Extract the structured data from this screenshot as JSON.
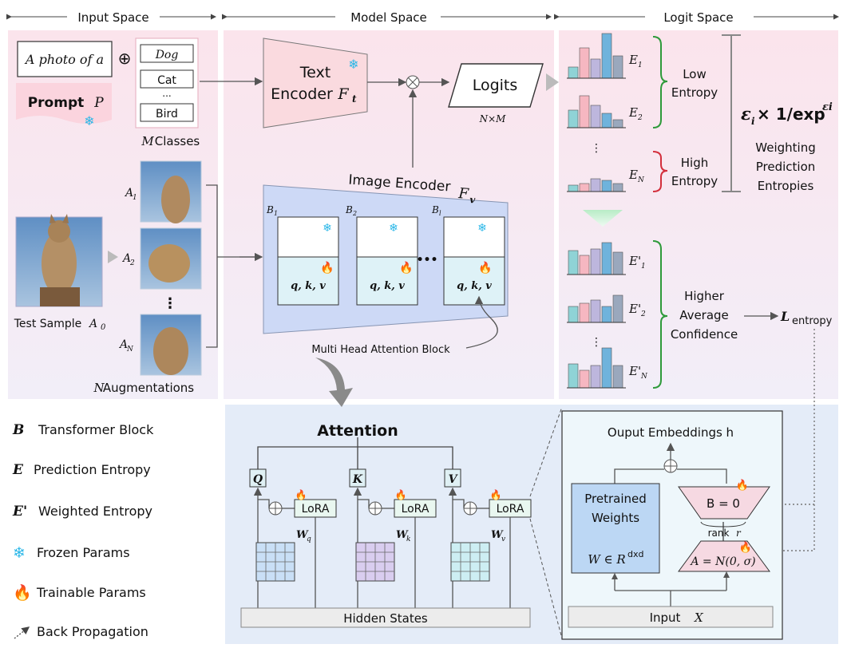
{
  "header": {
    "input_space": "Input Space",
    "model_space": "Model Space",
    "logit_space": "Logit Space"
  },
  "input": {
    "prompt_text": "A photo of a",
    "plus": "⊕",
    "prompt_label": "Prompt",
    "prompt_symbol": "P",
    "classes": [
      "Dog",
      "Cat",
      "...",
      "Bird"
    ],
    "classes_label_symbol": "M",
    "classes_label": "Classes",
    "test_sample_label": "Test Sample",
    "test_sample_symbol": "A",
    "test_sample_sub": "0",
    "aug_labels": [
      {
        "sym": "A",
        "sub": "1"
      },
      {
        "sym": "A",
        "sub": "2"
      },
      {
        "sym": "A",
        "sub": "N"
      }
    ],
    "aug_footer_symbol": "N",
    "aug_footer": "Augmentations"
  },
  "model": {
    "text_encoder_line1": "Text",
    "text_encoder_line2": "Encoder",
    "text_encoder_symbol": "F",
    "text_encoder_sub": "t",
    "logits": "Logits",
    "logits_dims": "N×M",
    "image_encoder": "Image Encoder",
    "image_encoder_symbol": "F",
    "image_encoder_sub": "v",
    "blocks": [
      {
        "sym": "B",
        "sub": "1",
        "qkv": "q, k, v"
      },
      {
        "sym": "B",
        "sub": "2",
        "qkv": "q, k, v"
      },
      {
        "sym": "B",
        "sub": "l",
        "qkv": "q, k, v"
      }
    ],
    "ellipsis": "•••",
    "mha_label": "Multi Head Attention Block"
  },
  "logit": {
    "entropies": [
      {
        "sym": "E",
        "sub": "1"
      },
      {
        "sym": "E",
        "sub": "2"
      },
      {
        "sym": "E",
        "sub": "N"
      }
    ],
    "low_entropy": [
      "Low",
      "Entropy"
    ],
    "high_entropy": [
      "High",
      "Entropy"
    ],
    "formula": "εᵢ × 1/exp",
    "formula_main": "ε",
    "formula_sub": "i",
    "formula_mid": "× 1/exp",
    "formula_sup": "εi",
    "weighting": [
      "Weighting",
      "Prediction",
      "Entropies"
    ],
    "weighted": [
      {
        "sym": "E'",
        "sub": "1"
      },
      {
        "sym": "E'",
        "sub": "2"
      },
      {
        "sym": "E'",
        "sub": "N"
      }
    ],
    "higher_conf": [
      "Higher",
      "Average",
      "Confidence"
    ],
    "loss_symbol": "L",
    "loss_sub": "entropy",
    "vdots": "⋮"
  },
  "legend": [
    {
      "sym": "B",
      "text": "Transformer Block"
    },
    {
      "sym": "E",
      "text": "Prediction Entropy"
    },
    {
      "sym": "E'",
      "text": "Weighted Entropy"
    },
    {
      "icon": "snowflake-icon",
      "text": "Frozen Params"
    },
    {
      "icon": "flame-icon",
      "text": "Trainable Params"
    },
    {
      "icon": "dotted-arrow-icon",
      "text": "Back Propagation"
    }
  ],
  "attention": {
    "title": "Attention",
    "heads": [
      {
        "name": "Q",
        "w": "W",
        "wsub": "q",
        "lora": "LoRA"
      },
      {
        "name": "K",
        "w": "W",
        "wsub": "k",
        "lora": "LoRA"
      },
      {
        "name": "V",
        "w": "W",
        "wsub": "v",
        "lora": "LoRA"
      }
    ],
    "hidden_states": "Hidden States"
  },
  "lora_detail": {
    "output": "Ouput Embeddings h",
    "pretrained": [
      "Pretrained",
      "Weights"
    ],
    "weight_formula": "W ∈ R",
    "weight_sup": "dxd",
    "b_label": "B = 0",
    "rank": "rank",
    "rank_sym": "r",
    "a_label": "A = N(0, σ)",
    "input": "Input",
    "input_sym": "X"
  },
  "colors": {
    "pink_bg": "#fbe7ee",
    "blue_bg": "#e7edf8",
    "text_enc": "#fadadf",
    "img_enc": "#cdd9f6",
    "bar_teal": "#8fd3d6",
    "bar_pink": "#f6b7c1",
    "bar_blue": "#6fb3dc",
    "bar_lilac": "#bdb6dd",
    "bar_slate": "#9aa8bd",
    "green": "#2e9a3a",
    "red": "#d32f3c"
  }
}
